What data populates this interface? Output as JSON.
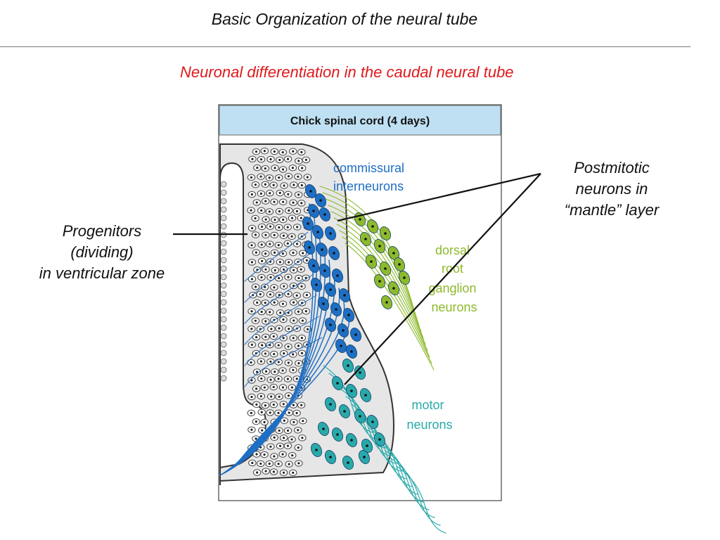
{
  "slide": {
    "title": "Basic Organization of the neural tube",
    "subtitle": "Neuronal differentiation in the caudal neural tube"
  },
  "figure": {
    "header": "Chick spinal cord (4 days)",
    "labels": {
      "commissural": [
        "commissural",
        "interneurons"
      ],
      "drg": [
        "dorsal",
        "root",
        "ganglion",
        "neurons"
      ],
      "motor": [
        "motor",
        "neurons"
      ]
    },
    "colors": {
      "header_bg": "#bfe0f2",
      "ventricular_fill": "#e6e6e6",
      "commissural": "#1e6fc4",
      "drg": "#8dba2c",
      "motor": "#29a9a9"
    }
  },
  "callouts": {
    "progenitors": [
      "Progenitors",
      "(dividing)",
      "in ventricular zone"
    ],
    "postmitotic": [
      "Postmitotic",
      "neurons in",
      "“mantle” layer"
    ]
  }
}
